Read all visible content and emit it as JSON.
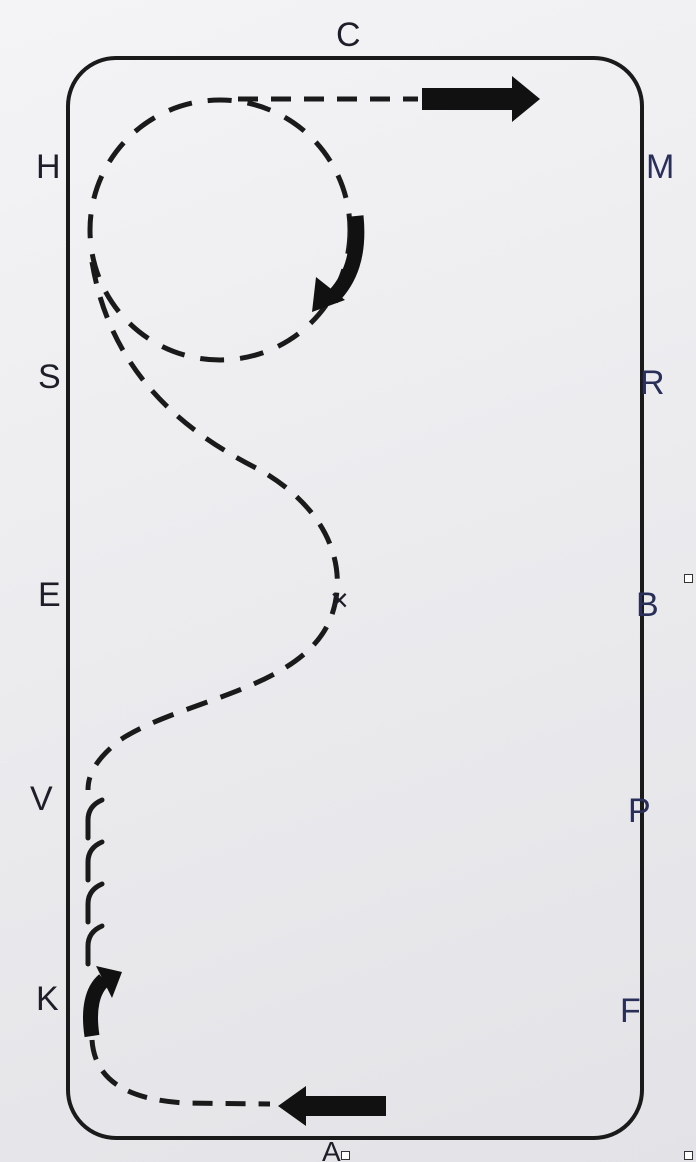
{
  "markers": {
    "top": "C",
    "left": [
      "H",
      "S",
      "E",
      "V",
      "K"
    ],
    "right": [
      "M",
      "R",
      "B",
      "P",
      "F"
    ],
    "bottom": "A"
  },
  "center_point": "×",
  "colors": {
    "ink": "#1a1a1a",
    "paper": "#efeff2",
    "marker_left": "#1e1e28",
    "marker_right": "#2a2f5a"
  }
}
